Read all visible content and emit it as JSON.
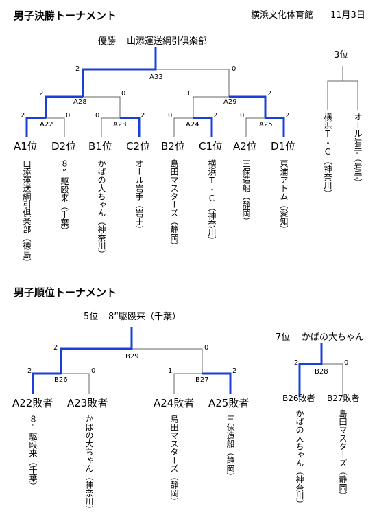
{
  "final": {
    "title": "男子決勝トーナメント",
    "venue": "横浜文化体育館",
    "date": "11月3日",
    "winner_label": "優勝",
    "winner": "山添運送綱引倶楽部",
    "third_label": "3位",
    "third_left": "横浜T・C（神奈川）",
    "third_right": "オール岩手（岩手）",
    "matches": {
      "A33": {
        "label": "A33",
        "left": "2",
        "right": "0"
      },
      "A28": {
        "label": "A28",
        "left": "2",
        "right": "0"
      },
      "A29": {
        "label": "A29",
        "left": "1",
        "right": "2"
      },
      "A22": {
        "label": "A22",
        "left": "2",
        "right": "0"
      },
      "A23": {
        "label": "A23",
        "left": "0",
        "right": "2"
      },
      "A24": {
        "label": "A24",
        "left": "0",
        "right": "2"
      },
      "A25": {
        "label": "A25",
        "left": "0",
        "right": "2"
      }
    },
    "entries": [
      {
        "seed": "A1位",
        "team": "山添運送綱引倶楽部（徳島）"
      },
      {
        "seed": "D2位",
        "team": "８”駆殴来（千葉）"
      },
      {
        "seed": "B1位",
        "team": "かばの大ちゃん（神奈川）"
      },
      {
        "seed": "C2位",
        "team": "オール岩手（岩手）"
      },
      {
        "seed": "B2位",
        "team": "島田マスターズ（静岡）"
      },
      {
        "seed": "C1位",
        "team": "横浜T・C（神奈川）"
      },
      {
        "seed": "A2位",
        "team": "三保造船（静岡）"
      },
      {
        "seed": "D1位",
        "team": "東浦アトム（愛知）"
      }
    ]
  },
  "placement": {
    "title": "男子順位トーナメント",
    "fifth_label": "5位",
    "fifth_winner": "8”駆殴来（千葉）",
    "seventh_label": "7位",
    "seventh_winner": "かばの大ちゃん",
    "matches": {
      "B29": {
        "label": "B29",
        "left": "2",
        "right": "0"
      },
      "B26": {
        "label": "B26",
        "left": "2",
        "right": "0"
      },
      "B27": {
        "label": "B27",
        "left": "1",
        "right": "2"
      },
      "B28": {
        "label": "B28",
        "left": "2",
        "right": "0"
      }
    },
    "entries": [
      {
        "seed": "A22敗者",
        "team": "８”駆殴来（千葉）"
      },
      {
        "seed": "A23敗者",
        "team": "かばの大ちゃん（神奈川）"
      },
      {
        "seed": "A24敗者",
        "team": "島田マスターズ（静岡）"
      },
      {
        "seed": "A25敗者",
        "team": "三保造船（静岡）"
      }
    ],
    "seventh_entries": [
      {
        "seed": "B26敗者",
        "team": "かばの大ちゃん（神奈川）"
      },
      {
        "seed": "B27敗者",
        "team": "島田マスターズ（静岡）"
      }
    ]
  },
  "colors": {
    "win_line": "#1a3fd6",
    "line": "#555555"
  }
}
